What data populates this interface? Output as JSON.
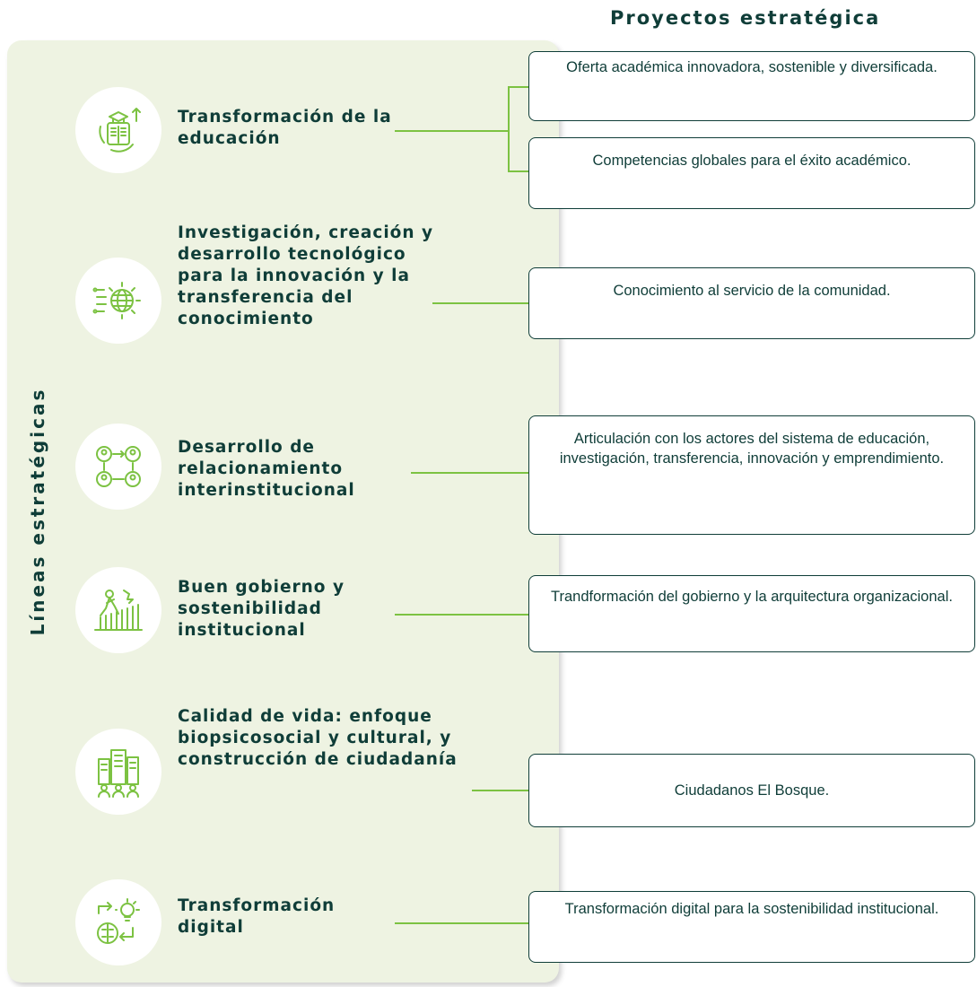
{
  "header": "Proyectos estratégica",
  "side_label": "Líneas estratégicas",
  "accent_color": "#7cc242",
  "text_color": "#0f3d38",
  "panel_color": "#eef3e2",
  "lines": [
    {
      "title": "Transformación de la educación",
      "icon": "education-book-icon"
    },
    {
      "title": "Investigación, creación y desarrollo tecnológico para la innovación y la transferencia del conocimiento",
      "icon": "globe-gear-icon"
    },
    {
      "title": "Desarrollo de relacionamiento interinstitucional",
      "icon": "people-network-icon"
    },
    {
      "title": "Buen gobierno y sostenibilidad institucional",
      "icon": "governance-chess-icon"
    },
    {
      "title": "Calidad de vida: enfoque biopsicosocial y cultural, y construcción de ciudadanía",
      "icon": "community-buildings-icon"
    },
    {
      "title": "Transformación digital",
      "icon": "digital-brain-bulb-icon"
    }
  ],
  "projects": [
    "Oferta académica innovadora, sostenible y diversificada.",
    "Competencias globales para el éxito académico.",
    "Conocimiento al servicio de la comunidad.",
    "Articulación con los actores del sistema de educación, investigación, transferencia, innovación y emprendimiento.",
    "Trandformación del gobierno y la arquitectura organizacional.",
    "Ciudadanos El Bosque.",
    "Transformación digital para la sostenibilidad institucional."
  ]
}
